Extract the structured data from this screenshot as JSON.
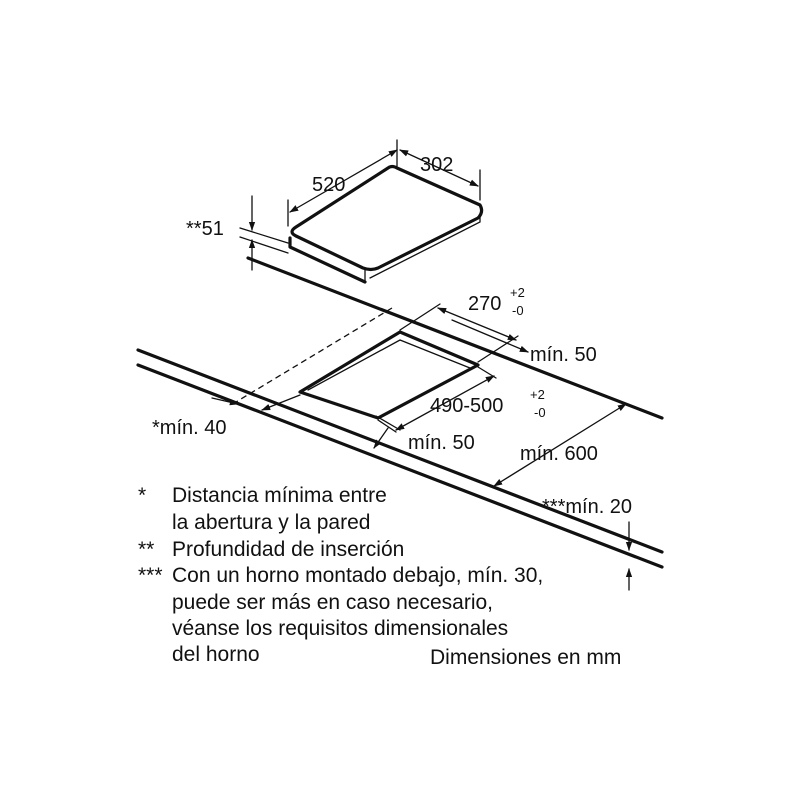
{
  "dimensions": {
    "width": "302",
    "depth": "520",
    "insertion_depth": "**51",
    "cutout_width": "270",
    "cutout_width_tol_plus": "+2",
    "cutout_width_tol_minus": "-0",
    "cutout_depth": "490-500",
    "cutout_depth_tol_plus": "+2",
    "cutout_depth_tol_minus": "-0",
    "min_back": "mín. 50",
    "min_side_wall": "*mín. 40",
    "min_front": "mín. 50",
    "min_wall_unit": "mín. 600",
    "min_worktop": "***mín. 20"
  },
  "notes": [
    {
      "marker": "*",
      "lines": [
        "Distancia mínima entre",
        "la abertura y la pared"
      ]
    },
    {
      "marker": "**",
      "lines": [
        "Profundidad de inserción"
      ]
    },
    {
      "marker": "***",
      "lines": [
        "Con un horno montado debajo, mín. 30,",
        "puede ser más en caso necesario,",
        "véanse los requisitos dimensionales",
        "del horno"
      ]
    }
  ],
  "units_note": "Dimensiones en mm"
}
